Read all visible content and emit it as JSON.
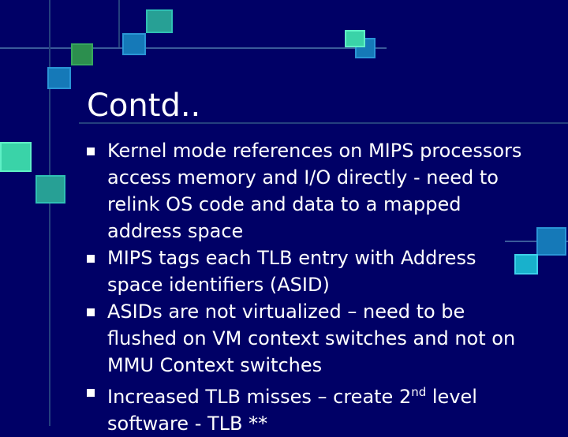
{
  "slide": {
    "title": "Contd..",
    "bullets": [
      {
        "text": "Kernel mode references on MIPS processors access memory and I/O directly - need to relink OS code and data to a mapped address space"
      },
      {
        "text": "MIPS tags each TLB entry with Address space identifiers (ASID)"
      },
      {
        "text": "ASIDs are not virtualized – need to be flushed on VM context switches and not on MMU Context switches"
      },
      {
        "text_before": "Increased TLB misses – create 2",
        "superscript": "nd",
        "text_after": " level software - TLB **"
      }
    ]
  },
  "colors": {
    "background": "#000066",
    "text": "#ffffff",
    "accent_teal": "#27a095",
    "accent_blue": "#1579b8",
    "accent_green": "#2c8f4e"
  },
  "icons": [
    "bullet-square-icon"
  ]
}
